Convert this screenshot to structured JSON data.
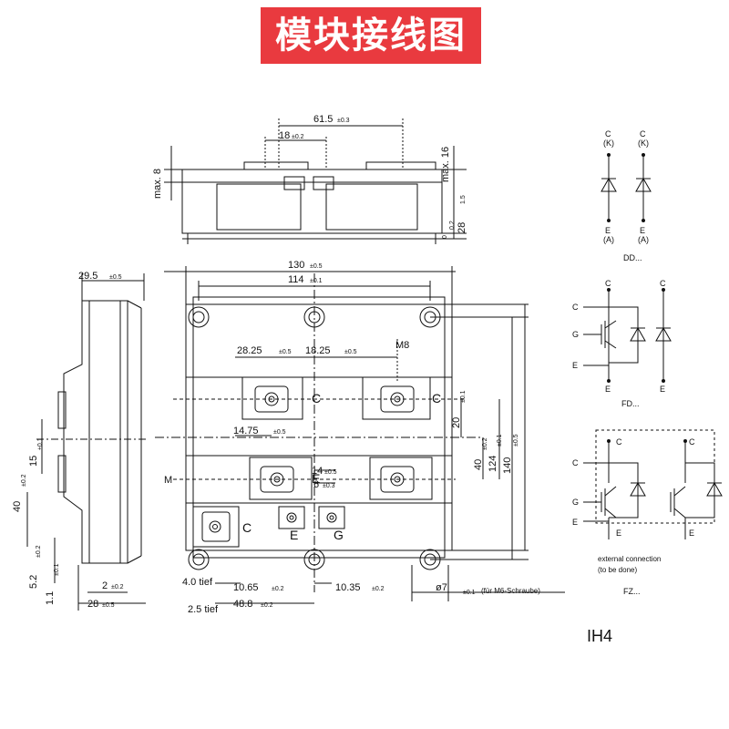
{
  "banner": {
    "title": "模块接线图",
    "color": "#e93a3f"
  },
  "dims": {
    "w61_5": "61.5",
    "tol61_5": "±0.3",
    "w18": "18",
    "tol18": "±0.2",
    "max8": "max. 8",
    "max16": "max. 16",
    "v1_5": "1.5",
    "v0_2": "0.2",
    "v28": "28",
    "v0": "0",
    "w29_5": "29.5",
    "tol29_5": "±0.5",
    "w130": "130",
    "tol130": "±0.5",
    "w114": "114",
    "tol114": "±0.1",
    "w28_25": "28.25",
    "tol28_25": "±0.5",
    "w18_25": "18.25",
    "tol18_25": "±0.5",
    "m8": "M8",
    "w14_75": "14.75",
    "tol14_75": "±0.5",
    "w14": "14",
    "tol14": "±0.5",
    "w6": "6",
    "tol6": "±0.3",
    "m_label": "M",
    "h20": "20",
    "tol20": "±0.1",
    "h40r": "40",
    "tol40r": "±0.2",
    "h124": "124",
    "tol124": "±0.1",
    "h140": "140",
    "tol140": "±0.5",
    "h15": "15",
    "tol15": "±0.1",
    "h40l": "40",
    "tol40l": "±0.2",
    "h5_2": "5.2",
    "tol5_2": "±0.2",
    "h1_1": "1.1",
    "tol1_1": "±0.1",
    "w2": "2",
    "tol2": "±0.2",
    "w28b": "28",
    "tol28b": "±0.5",
    "tief4": "4.0 tief",
    "tief25": "2.5 tief",
    "w10_65": "10.65",
    "tol10_65": "±0.2",
    "w48_8": "48.8",
    "tol48_8": "±0.2",
    "w10_35": "10.35",
    "tol10_35": "±0.2",
    "d7": "ø7",
    "tol7": "±0.1",
    "screw": "(für M6-Schraube)"
  },
  "terminals": {
    "c1": "C",
    "c2": "C",
    "c3": "C",
    "e_top": "E",
    "e_bot": "E",
    "g": "G"
  },
  "schematics": {
    "dd": {
      "c1": "C",
      "k1": "(K)",
      "c2": "C",
      "k2": "(K)",
      "e1": "E",
      "a1": "(A)",
      "e2": "E",
      "a2": "(A)",
      "caption": "DD..."
    },
    "fd": {
      "c_left": "C",
      "g": "G",
      "e_left": "E",
      "c_mid": "C",
      "e_mid": "E",
      "c_right": "C",
      "e_right": "E",
      "caption": "FD..."
    },
    "fz": {
      "c_top1": "C",
      "c_top2": "C",
      "c_left": "C",
      "g": "G",
      "e_left": "E",
      "e_b1": "E",
      "e_b2": "E",
      "note1": "external connection",
      "note2": "(to be done)",
      "caption": "FZ..."
    }
  },
  "package_code": "IH4"
}
